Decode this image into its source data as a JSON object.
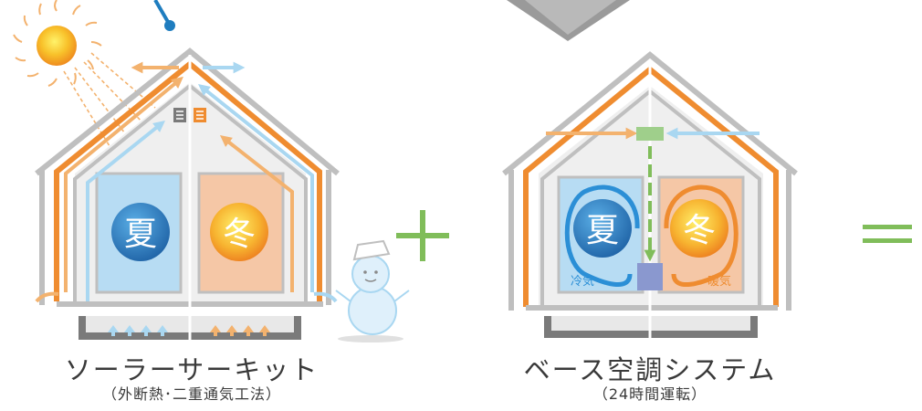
{
  "left_house": {
    "title": "ソーラーサーキット",
    "subtitle": "（外断熱･二重通気工法）",
    "summer_label": "夏",
    "winter_label": "冬"
  },
  "right_house": {
    "title": "ベース空調システム",
    "subtitle": "（24時間運転）",
    "summer_label": "夏",
    "winter_label": "冬",
    "cool_air_label": "冷気",
    "warm_air_label": "暖気"
  },
  "operators": {
    "plus": "+",
    "equals": "="
  },
  "colors": {
    "orange": "#ef8c30",
    "light_orange": "#f3b26e",
    "light_blue": "#a9d7f1",
    "green": "#80bd5a",
    "gray": "#bfbfbf",
    "dark_gray": "#7a7a7a",
    "summer_room": "#b7dcf3",
    "winter_room": "#f5c7a6"
  }
}
